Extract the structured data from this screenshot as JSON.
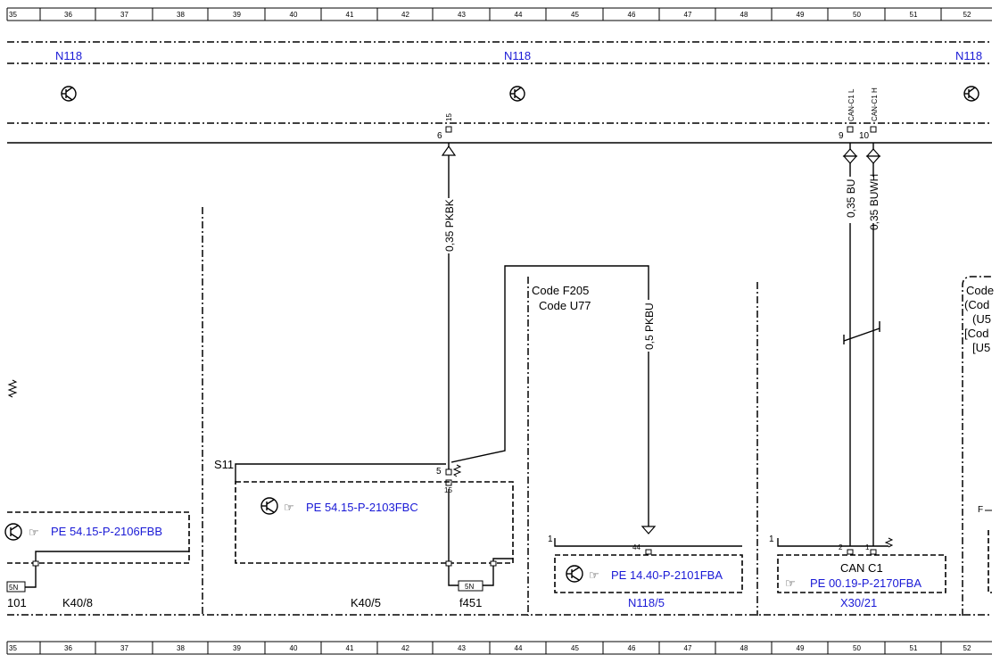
{
  "ruler": {
    "top_numbers": [
      "35",
      "36",
      "37",
      "38",
      "39",
      "40",
      "41",
      "42",
      "43",
      "44",
      "45",
      "46",
      "47",
      "48",
      "49",
      "50",
      "51",
      "52"
    ],
    "bottom_numbers": [
      "35",
      "36",
      "37",
      "38",
      "39",
      "40",
      "41",
      "42",
      "43",
      "44",
      "45",
      "46",
      "47",
      "48",
      "49",
      "50",
      "51",
      "52"
    ]
  },
  "module": {
    "label_left": "N118",
    "label_mid": "N118",
    "label_right": "N118"
  },
  "pins": {
    "p15_top": "15",
    "p6": "6",
    "can_l": "CAN-C1 L",
    "can_h": "CAN-C1 H",
    "p9": "9",
    "p10": "10",
    "p5": "5",
    "p15_bot": "15",
    "p44": "44",
    "p1_left": "1",
    "p1_right": "1",
    "p2": "2",
    "p1_small": "1"
  },
  "wires": {
    "pkbk": "0,35 PKBK",
    "pkbu": "0,5 PKBU",
    "bu": "0,35 BU",
    "buwh": "0,35 BUWH"
  },
  "codes": {
    "f205": "Code F205",
    "u77": "Code U77",
    "right_1": "Code",
    "right_2": "(Cod",
    "right_3": "(U5",
    "right_4": "[Cod",
    "right_5": "[U5"
  },
  "components": {
    "s11": "S11",
    "ref_k408": "PE 54.15-P-2106FBB",
    "ref_k405": "PE 54.15-P-2103FBC",
    "ref_n1185": "PE 14.40-P-2101FBA",
    "ref_x3021": "PE 00.19-P-2170FBA",
    "can_c1": "CAN C1",
    "k408": "K40/8",
    "k405": "K40/5",
    "f451": "f451",
    "n1185": "N118/5",
    "x3021": "X30/21",
    "left_fragment": "101",
    "fuse_5n": "5N",
    "fuse_left": "5N",
    "right_f": "F"
  }
}
